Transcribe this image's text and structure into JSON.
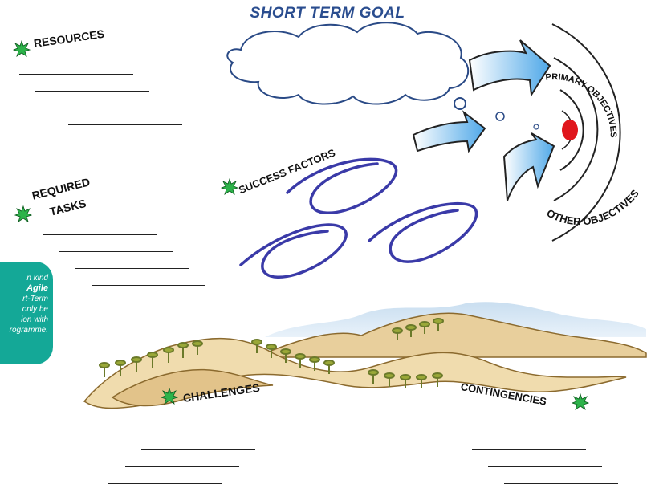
{
  "title": "SHORT  TERM GOAL",
  "labels": {
    "resources": "RESOURCES",
    "required": "REQUIRED",
    "tasks": "TASKS",
    "success_factors": "SUCCESS FACTORS",
    "challenges": "CHALLENGES",
    "contingencies": "CONTINGENCIES",
    "primary_objectives": "PRIMARY OBJECTIVES",
    "other_objectives": "OTHER OBJECTIVES"
  },
  "callout": {
    "line1": "n kind",
    "line2": "Agile",
    "line3": "rt-Term",
    "line4": "only be",
    "line5": "ion with",
    "line6": "rogramme."
  },
  "colors": {
    "title": "#2a4d8f",
    "star": "#2db34a",
    "callout": "#14a897",
    "target_center": "#e0161c",
    "loops": "#3a3aa8",
    "hills": "#e8cf9c",
    "sky": "#bcd7ee"
  }
}
